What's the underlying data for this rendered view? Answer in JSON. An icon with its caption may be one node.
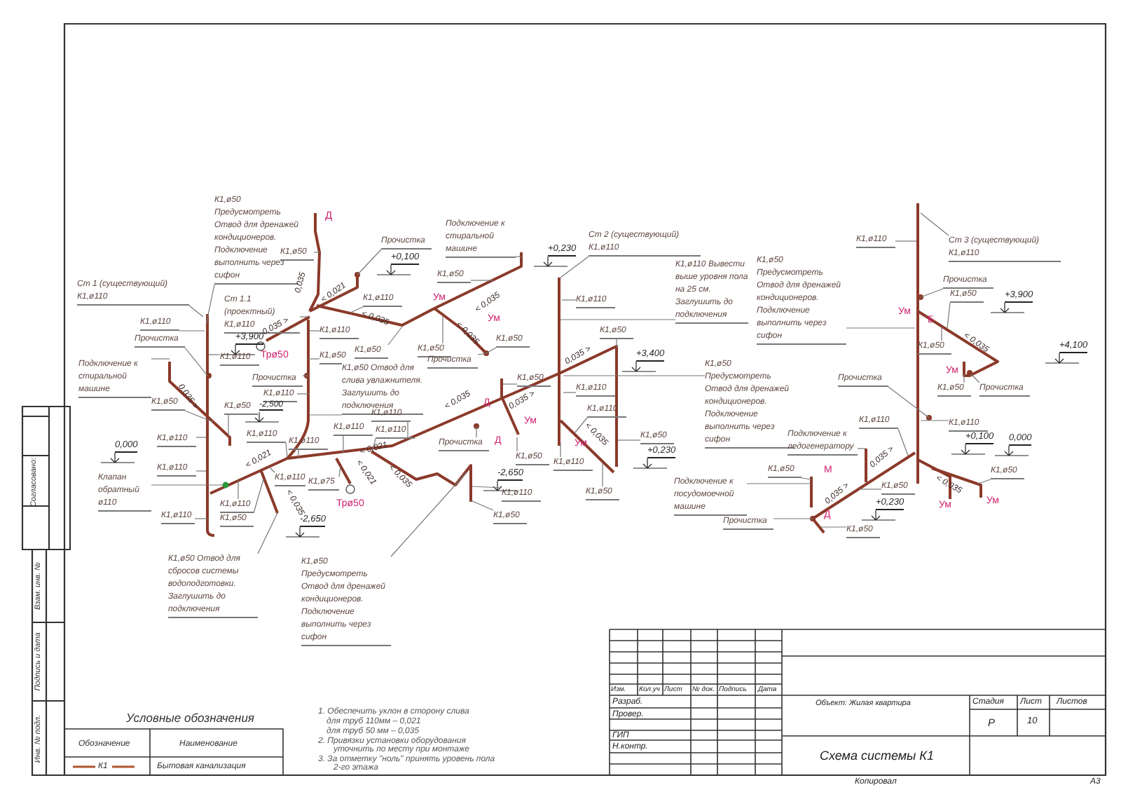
{
  "diagram": {
    "nodes": [
      {
        "text": [
          "К1,ø50",
          "Предусмотреть Отвод для дренажей кондиционеров. Подключение выполнить через сифон"
        ],
        "in": 71
      },
      {
        "text": [
          "Ст 1 (существующий)",
          "К1,ø110"
        ]
      },
      {
        "text": [
          "Ст 1.1 (проектный)",
          "К1,ø110"
        ],
        "in": 71
      },
      {
        "text": [
          "К1,ø50"
        ],
        "in": 71
      },
      {
        "text": [
          "К1,ø110"
        ]
      },
      {
        "text": [
          "Прочистка"
        ]
      },
      {
        "text": [
          "К1,ø110"
        ],
        "in": 71
      },
      {
        "text": [
          "Подключение к стиральной машине"
        ]
      },
      {
        "text": [
          "К1,ø50"
        ]
      },
      {
        "text": [
          "К1,ø50"
        ],
        "in": 71
      },
      {
        "text": [
          "К1,ø110"
        ]
      },
      {
        "text": [
          "Клапан обратный ø110"
        ]
      },
      {
        "text": [
          "К1,ø110"
        ]
      },
      {
        "text": [
          "К1,ø110"
        ],
        "in": 71
      },
      {
        "text": [
          "К1,ø110"
        ],
        "in": 71
      },
      {
        "text": [
          "К1,ø50"
        ],
        "in": 71
      },
      {
        "text": [
          "К1,ø50 Отвод для сбросов системы водоподготовки. Заглушить до подключения"
        ]
      },
      {
        "text": [
          "Прочистка"
        ],
        "in": 71
      },
      {
        "text": [
          "К1,ø110"
        ],
        "in": 71
      },
      {
        "text": [
          "К1,ø50"
        ],
        "in": 71
      },
      {
        "text": [
          "К1,ø50 Отвод для слива увлажнителя. Заглушить до подключения"
        ],
        "in": 71
      },
      {
        "text": [
          "К1,ø110"
        ],
        "in": 71
      },
      {
        "text": [
          "К1,ø110"
        ],
        "in": 71
      },
      {
        "text": [
          "К1,ø110"
        ],
        "in": 71
      },
      {
        "text": [
          "К1,ø110"
        ],
        "in": 71
      },
      {
        "text": [
          "К1,ø110"
        ],
        "in": 71
      },
      {
        "text": [
          "К1,ø110"
        ],
        "in": 71
      },
      {
        "text": [
          "К1,ø110"
        ],
        "in": 71
      },
      {
        "text": [
          "К1,ø75"
        ],
        "in": 71
      },
      {
        "text": [
          "Прочистка"
        ],
        "in": 71
      },
      {
        "text": [
          "К1,ø110"
        ],
        "in": 71
      },
      {
        "text": [
          "К1,ø50"
        ],
        "in": 71
      },
      {
        "text": [
          "Подключение к стиральной машине"
        ],
        "in": 71
      },
      {
        "text": [
          "К1,ø50"
        ],
        "in": 71
      },
      {
        "text": [
          "К1,ø50"
        ],
        "in": 71
      },
      {
        "text": [
          "Прочистка"
        ],
        "in": 71
      },
      {
        "text": [
          "К1,ø50"
        ],
        "in": 71
      },
      {
        "text": [
          "Ст 2 (существующий)",
          "К1,ø110"
        ],
        "in": 71
      },
      {
        "text": [
          "К1,ø110"
        ],
        "in": 71
      },
      {
        "text": [
          "К1,ø50"
        ],
        "in": 71
      },
      {
        "text": [
          "К1,ø110 Вывести выше уровня пола на 25 см. Заглушить до подключения"
        ],
        "in": 71
      },
      {
        "text": [
          "К1,ø50",
          "Предусмотреть Отвод для дренажей кондиционеров. Подключение выполнить через сифон"
        ],
        "in": 71
      },
      {
        "text": [
          "К1,ø50",
          "Предусмотреть Отвод для дренажей кондиционеров. Подключение выполнить через сифон"
        ],
        "in": 71
      },
      {
        "text": [
          "К1,ø110"
        ],
        "in": 71
      },
      {
        "text": [
          "К1,ø110"
        ],
        "in": 71
      },
      {
        "text": [
          "К1,ø50"
        ],
        "in": 71
      },
      {
        "text": [
          "Прочистка"
        ],
        "in": 71
      },
      {
        "text": [
          "К1,ø50"
        ],
        "in": 71
      },
      {
        "text": [
          "К1,ø110"
        ],
        "in": 71
      },
      {
        "text": [
          "К1,ø110"
        ],
        "in": 71
      },
      {
        "text": [
          "К1,ø50"
        ],
        "in": 71
      },
      {
        "text": [
          "К1,ø50"
        ],
        "in": 71
      },
      {
        "text": [
          "К1,ø50"
        ],
        "in": 71
      },
      {
        "text": [
          "К1,ø50",
          "Предусмотреть Отвод для дренажей кондиционеров. Подключение выполнить через сифон"
        ]
      },
      {
        "text": [
          "К1,ø110"
        ],
        "in": 71
      },
      {
        "text": [
          "Ст 3 (существующий)",
          "К1,ø110"
        ]
      },
      {
        "text": [
          "Прочистка"
        ],
        "in": 71
      },
      {
        "text": [
          "К1,ø50"
        ],
        "in": 71
      },
      {
        "text": [
          "К1,ø50"
        ],
        "in": 71
      },
      {
        "text": [
          "К1,ø50"
        ],
        "in": 71
      },
      {
        "text": [
          "Прочистка"
        ]
      },
      {
        "text": [
          "Прочистка"
        ],
        "in": 71
      },
      {
        "text": [
          "К1,ø110"
        ],
        "in": 71
      },
      {
        "text": [
          "Подключение к ледогенератору"
        ],
        "in": 71
      },
      {
        "text": [
          "К1,ø110"
        ],
        "in": 71
      },
      {
        "text": [
          "К1,ø50"
        ]
      },
      {
        "text": [
          "Подключение к посудомоечной машине"
        ],
        "in": 71
      },
      {
        "text": [
          "К1,ø50"
        ],
        "in": 71
      },
      {
        "text": [
          "К1,ø50"
        ],
        "in": 71
      },
      {
        "text": [
          "Прочистка"
        ],
        "in": 71
      },
      {
        "text": [
          "К1,ø50"
        ],
        "in": 71
      },
      {
        "text": [],
        "shape": "picture"
      }
    ],
    "edges": [
      {
        "from": 0,
        "to": 71,
        "arrow": "none"
      },
      {
        "from": 1,
        "to": 71,
        "arrow": "none"
      },
      {
        "from": 2,
        "to": 71,
        "arrow": "none"
      },
      {
        "from": 3,
        "to": 71,
        "arrow": "none"
      },
      {
        "from": 4,
        "to": 71,
        "arrow": "none"
      },
      {
        "from": 5,
        "to": 71,
        "arrow": "none"
      },
      {
        "from": 6,
        "to": 71,
        "arrow": "none"
      },
      {
        "from": 7,
        "to": 71,
        "arrow": "none"
      },
      {
        "from": 8,
        "to": 71,
        "arrow": "none"
      },
      {
        "from": 9,
        "to": 71,
        "arrow": "none"
      },
      {
        "from": 10,
        "to": 71,
        "arrow": "none"
      },
      {
        "from": 11,
        "to": 71,
        "arrow": "none"
      },
      {
        "from": 12,
        "to": 71,
        "arrow": "none"
      },
      {
        "from": 13,
        "to": 71,
        "arrow": "none"
      },
      {
        "from": 14,
        "to": 71,
        "arrow": "none"
      },
      {
        "from": 15,
        "to": 71,
        "arrow": "none"
      },
      {
        "from": 16,
        "to": 71,
        "arrow": "none"
      },
      {
        "from": 17,
        "to": 71,
        "arrow": "none"
      },
      {
        "from": 18,
        "to": 71,
        "arrow": "none"
      },
      {
        "from": 19,
        "to": 71,
        "arrow": "none"
      },
      {
        "from": 20,
        "to": 71,
        "arrow": "none"
      },
      {
        "from": 21,
        "to": 71,
        "arrow": "none"
      },
      {
        "from": 22,
        "to": 71,
        "arrow": "none"
      },
      {
        "from": 23,
        "to": 71,
        "arrow": "none"
      },
      {
        "from": 24,
        "to": 71,
        "arrow": "none"
      },
      {
        "from": 25,
        "to": 71,
        "arrow": "none"
      },
      {
        "from": 26,
        "to": 71,
        "arrow": "none"
      },
      {
        "from": 27,
        "to": 71,
        "arrow": "none"
      },
      {
        "from": 28,
        "to": 71,
        "arrow": "none"
      },
      {
        "from": 29,
        "to": 71,
        "arrow": "none"
      },
      {
        "from": 30,
        "to": 71,
        "arrow": "none"
      },
      {
        "from": 31,
        "to": 71,
        "arrow": "none"
      },
      {
        "from": 32,
        "to": 71,
        "arrow": "none"
      },
      {
        "from": 33,
        "to": 71,
        "arrow": "none"
      },
      {
        "from": 34,
        "to": 71,
        "arrow": "none"
      },
      {
        "from": 35,
        "to": 71,
        "arrow": "none"
      },
      {
        "from": 36,
        "to": 71,
        "arrow": "none"
      },
      {
        "from": 37,
        "to": 71,
        "arrow": "none"
      },
      {
        "from": 38,
        "to": 71,
        "arrow": "none"
      },
      {
        "from": 39,
        "to": 71,
        "arrow": "none"
      },
      {
        "from": 40,
        "to": 71,
        "arrow": "none"
      },
      {
        "from": 41,
        "to": 71,
        "arrow": "none"
      },
      {
        "from": 42,
        "to": 71,
        "arrow": "none"
      },
      {
        "from": 43,
        "to": 71,
        "arrow": "none"
      },
      {
        "from": 44,
        "to": 71,
        "arrow": "none"
      },
      {
        "from": 45,
        "to": 71,
        "arrow": "none"
      },
      {
        "from": 46,
        "to": 71,
        "arrow": "none"
      },
      {
        "from": 47,
        "to": 71,
        "arrow": "none"
      },
      {
        "from": 48,
        "to": 71,
        "arrow": "none"
      },
      {
        "from": 49,
        "to": 71,
        "arrow": "none"
      },
      {
        "from": 50,
        "to": 71,
        "arrow": "none"
      },
      {
        "from": 51,
        "to": 71,
        "arrow": "none"
      },
      {
        "from": 52,
        "to": 71,
        "arrow": "none"
      },
      {
        "from": 53,
        "to": 71,
        "arrow": "none"
      },
      {
        "from": 54,
        "to": 71,
        "arrow": "none"
      },
      {
        "from": 55,
        "to": 71,
        "arrow": "none"
      },
      {
        "from": 56,
        "to": 71,
        "arrow": "none"
      },
      {
        "from": 57,
        "to": 71,
        "arrow": "none"
      },
      {
        "from": 58,
        "to": 71,
        "arrow": "none"
      },
      {
        "from": 59,
        "to": 71,
        "arrow": "none"
      },
      {
        "from": 60,
        "to": 71,
        "arrow": "none"
      },
      {
        "from": 61,
        "to": 71,
        "arrow": "none"
      },
      {
        "from": 62,
        "to": 71,
        "arrow": "none"
      },
      {
        "from": 63,
        "to": 71,
        "arrow": "none"
      },
      {
        "from": 64,
        "to": 71,
        "arrow": "none"
      },
      {
        "from": 65,
        "to": 71,
        "arrow": "none"
      },
      {
        "from": 66,
        "to": 71,
        "arrow": "none"
      },
      {
        "from": 67,
        "to": 71,
        "arrow": "none"
      },
      {
        "from": 68,
        "to": 71,
        "arrow": "none"
      },
      {
        "from": 69,
        "to": 71,
        "arrow": "none"
      },
      {
        "from": 70,
        "to": 71,
        "arrow": "none"
      }
    ],
    "labels": [
      "Д",
      "Трø50",
      "Трø50",
      "Ум",
      "Ум",
      "Д",
      "Д",
      "Ум",
      "Ум",
      "Ум",
      "Б",
      "Ум",
      "М",
      "Д",
      "Ум",
      "Ум",
      "+3,900",
      "-2,500",
      "0,000",
      "-2,650",
      "+0,100",
      "+0,230",
      "-2,650",
      "+3,400",
      "+0,230",
      "+3,900",
      "+4,100",
      "+0,100",
      "0,000",
      "+0,230",
      "0,035 >",
      "0,035",
      "< 0,021",
      "0,035 >",
      "< 0,021",
      "< 0,035",
      "< 0,021",
      "< 0,035",
      "< 0,035",
      "< 0,035",
      "< 0,035",
      "0,035 >",
      "< 0,021",
      "< 0,035",
      "0,035 >",
      "< 0,035",
      "< 0,035",
      "0,035 >",
      "< 0,035",
      "0,035 >",
      "Условные обозначения",
      "Обозначение",
      "Наименование",
      "К1",
      "1.  Обеспечить уклон в сторону слива",
      "для труб 110мм – 0,021",
      "для труб 50 мм – 0,035",
      "2.  Привязки установки оборудования",
      "уточнить по месту при монтаже",
      "3.  За отметку \"ноль\" принять уровень пола",
      "2-го этажа",
      "Изм.",
      "Кол.уч",
      "Лист",
      "№ док.",
      "Подпись",
      "Дата",
      "Разраб.",
      "Провер.",
      "ГИП",
      "Н.контр.",
      "Объект: Жилая квартира",
      "Стадия",
      "Лист",
      "Листов",
      "Р",
      "10",
      "Схема системы К1",
      "Копировал",
      "А3",
      "Согласовано:",
      "Взам. инв. №",
      "Подпись и дата",
      "Инв. № подл."
    ],
    "legend": [
      {
        "text": "Бытовая канализация"
      }
    ]
  }
}
